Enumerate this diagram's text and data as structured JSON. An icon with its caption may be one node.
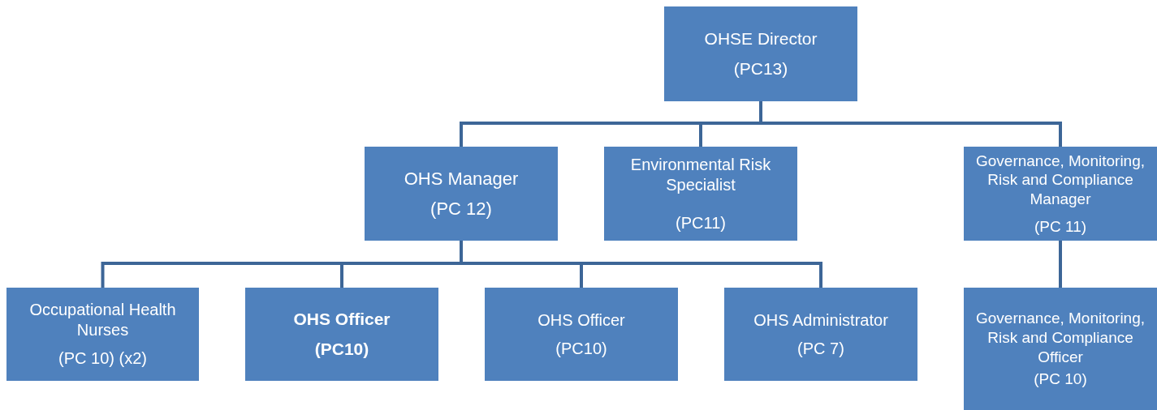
{
  "diagram": {
    "nodes": [
      {
        "text": [
          "OHSE Director",
          "(PC13)"
        ]
      },
      {
        "text": [
          "OHS Manager",
          "(PC 12)"
        ]
      },
      {
        "text": [
          "Environmental Risk Specialist",
          "(PC11)"
        ]
      },
      {
        "text": [
          "Governance, Monitoring, Risk and Compliance Manager",
          "(PC 11)"
        ]
      },
      {
        "text": [
          "Occupational Health Nurses",
          "(PC 10) (x2)"
        ]
      },
      {
        "text": [
          "OHS Officer",
          "(PC10)"
        ]
      },
      {
        "text": [
          "OHS Officer",
          "(PC10)"
        ]
      },
      {
        "text": [
          "OHS Administrator",
          "(PC 7)"
        ]
      },
      {
        "text": [
          "Governance, Monitoring, Risk and Compliance Officer",
          "(PC 10)"
        ]
      }
    ],
    "edges": [
      {
        "from": 0,
        "to": 1,
        "arrow": "none"
      },
      {
        "from": 0,
        "to": 2,
        "arrow": "none"
      },
      {
        "from": 0,
        "to": 3,
        "arrow": "none"
      },
      {
        "from": 1,
        "to": 4,
        "arrow": "none"
      },
      {
        "from": 1,
        "to": 5,
        "arrow": "none"
      },
      {
        "from": 1,
        "to": 6,
        "arrow": "none"
      },
      {
        "from": 1,
        "to": 7,
        "arrow": "none"
      },
      {
        "from": 3,
        "to": 8,
        "arrow": "none"
      }
    ]
  }
}
